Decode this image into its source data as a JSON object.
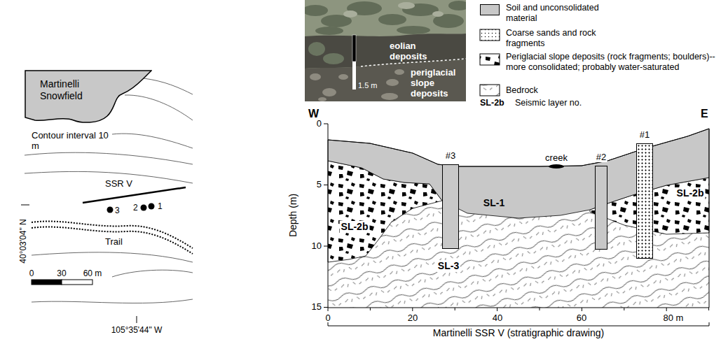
{
  "diagram": {
    "caption": "Martinelli SSR V (stratigraphic drawing)",
    "nodes": [
      {
        "text": [
          "Martinelli Snowfield"
        ]
      },
      {
        "text": [
          "#3"
        ]
      },
      {
        "text": [
          "#2"
        ]
      },
      {
        "text": [
          "#1"
        ]
      }
    ],
    "labels": [
      "Contour interval 10 m",
      "40°03'04\" N",
      "SSR V",
      "3",
      "2",
      "1",
      "Trail",
      "0",
      "30",
      "60 m",
      "105°35'44\" W",
      "eolian deposits",
      "periglacial slope deposits",
      "1.5 m",
      "SL-2b",
      "Seismic layer no.",
      "W",
      "E",
      "creek",
      "SL-1",
      "SL-2b",
      "SL-2b",
      "SL-3",
      "0",
      "5",
      "10",
      "15",
      "0",
      "20",
      "40",
      "60",
      "80 m",
      "Depth (m)"
    ],
    "legend": [
      {
        "text": "Soil and unconsolidated material",
        "color": "#c8c8c8"
      },
      {
        "text": "Coarse sands and rock fragments"
      },
      {
        "text": "Periglacial slope deposits (rock fragments; boulders)--more consolidated; probably water-saturated"
      },
      {
        "text": "Bedrock"
      }
    ]
  }
}
